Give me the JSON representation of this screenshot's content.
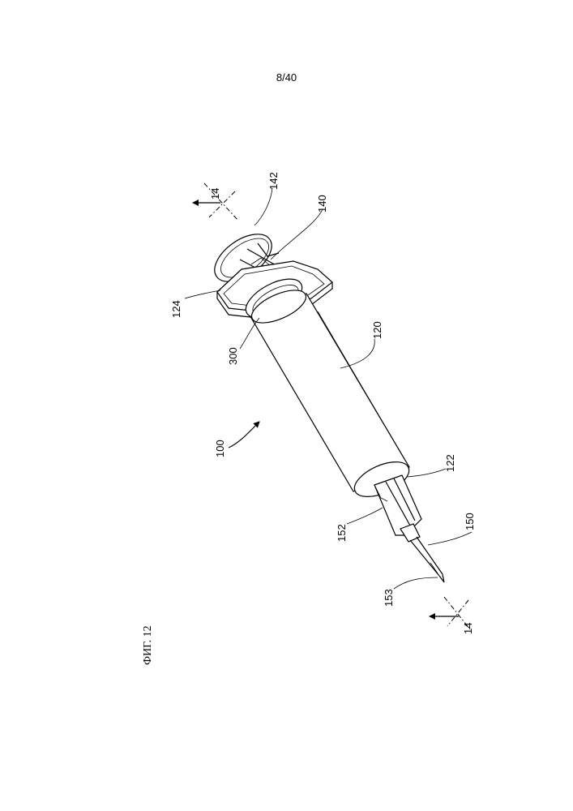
{
  "page": {
    "number": "8/40"
  },
  "figure": {
    "caption": "ФИГ. 12"
  },
  "section": {
    "marker_top": "14",
    "marker_bottom": "14"
  },
  "labels": {
    "device": "100",
    "barrel": "120",
    "barrel_end": "122",
    "flange": "124",
    "plunger": "140",
    "thumb_press": "142",
    "needle": "150",
    "needle_hub": "152",
    "needle_tip": "153",
    "ring": "300"
  }
}
